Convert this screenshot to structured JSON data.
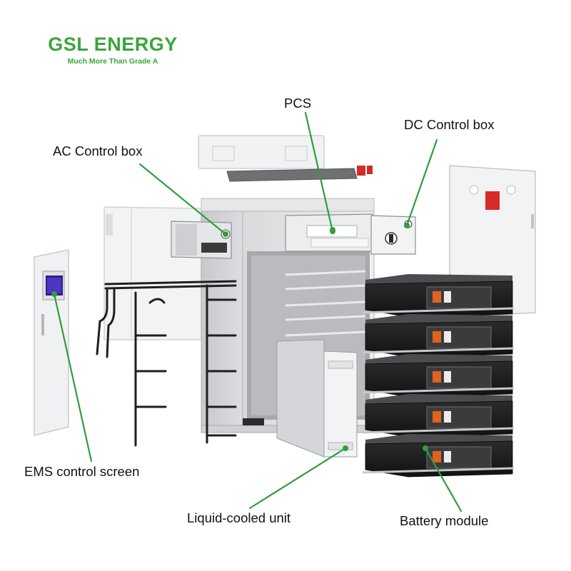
{
  "brand": {
    "name": "GSL ENERGY",
    "tagline": "Much More Than Grade A",
    "color": "#3ba53a"
  },
  "accent_color": "#2e9e3e",
  "callouts": {
    "pcs": "PCS",
    "dc_control_box": "DC Control box",
    "ac_control_box": "AC Control box",
    "ems_control_screen": "EMS control screen",
    "liquid_cooled_unit": "Liquid-cooled unit",
    "battery_module": "Battery module"
  },
  "battery_module_count": 5
}
